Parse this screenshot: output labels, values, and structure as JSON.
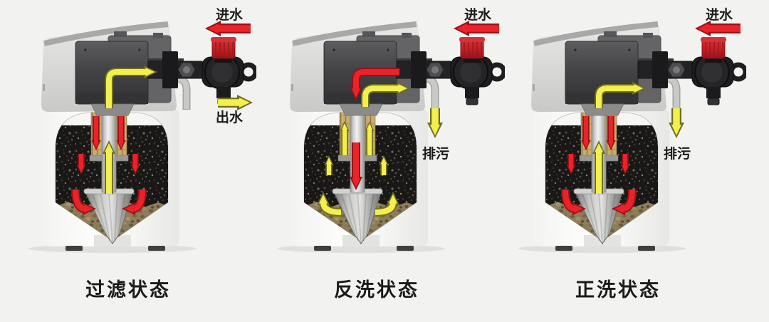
{
  "diagram_title": "",
  "colors": {
    "background": "#f2f2f0",
    "raw_water_arrow": "#e8232a",
    "raw_water_outline": "#9b1116",
    "clean_water_arrow": "#f2ef4e",
    "clean_water_outline": "#6f6f1f",
    "valve_cap": "#c4242a",
    "caption_text": "#1b1b1b"
  },
  "panels": [
    {
      "id": "filter-state",
      "caption": "过滤状态",
      "labels": {
        "inlet": "进水",
        "outlet": "出水"
      },
      "flow": "red raw water enters valve, flows down through media, up center tube, out as yellow treated water"
    },
    {
      "id": "backwash-state",
      "caption": "反洗状态",
      "labels": {
        "inlet": "进水",
        "drain": "排污"
      },
      "flow": "red raw water flows down center tube, up through media, out yellow to drain"
    },
    {
      "id": "forward-wash-state",
      "caption": "正洗状态",
      "labels": {
        "inlet": "进水",
        "drain": "排污"
      },
      "flow": "red raw water flows down through media, up center tube, out yellow to drain"
    }
  ]
}
